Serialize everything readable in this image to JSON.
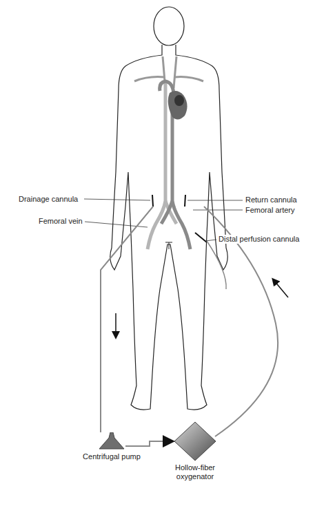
{
  "diagram": {
    "nodes": [
      {
        "text": [
          "Centrifugal pump"
        ]
      },
      {
        "text": [
          "Hollow-fiber oxygenator"
        ]
      }
    ],
    "edges": [
      {
        "from": 0,
        "to": 1,
        "arrow": "to"
      }
    ],
    "labels": [
      "Drainage cannula",
      "Return cannula",
      "Femoral artery",
      "Femoral vein",
      "Distal perfusion cannula"
    ]
  }
}
